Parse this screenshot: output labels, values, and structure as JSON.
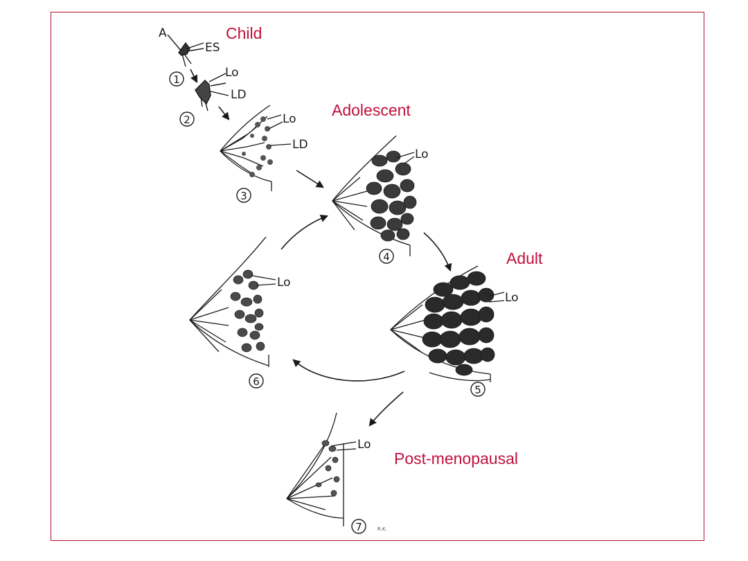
{
  "colors": {
    "frame": "#b01030",
    "stage_label": "#c0103c",
    "ink": "#1a1a1a"
  },
  "stage_labels": {
    "child": "Child",
    "adolescent": "Adolescent",
    "adult": "Adult",
    "post_menopausal": "Post-menopausal"
  },
  "drawing_labels": {
    "a": "A",
    "es": "ES",
    "lo": "Lo",
    "ld": "LD",
    "signature": "R.K."
  },
  "stage_numbers": [
    "1",
    "2",
    "3",
    "4",
    "5",
    "6",
    "7"
  ]
}
